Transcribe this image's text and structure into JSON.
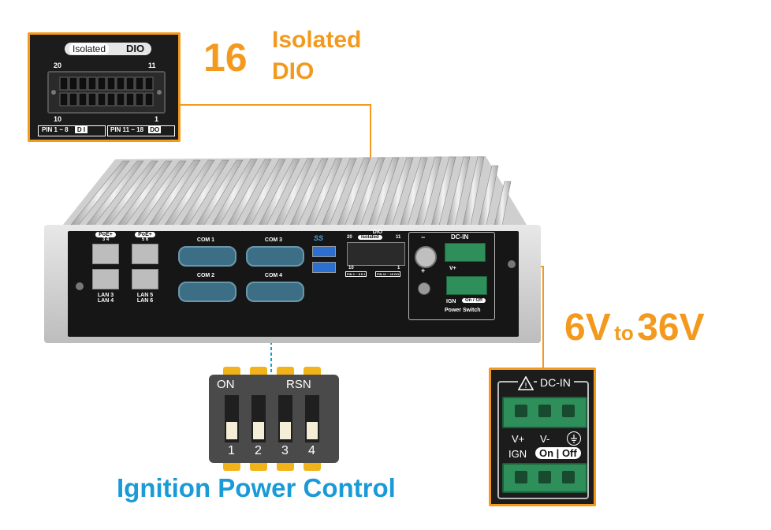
{
  "callout_dio": {
    "number": "16",
    "line1": "Isolated",
    "line2": "DIO"
  },
  "callout_voltage": {
    "low": "6V",
    "mid": "to",
    "high": "36V"
  },
  "caption": "Ignition Power Control",
  "dio_inset": {
    "badge_left": "Isolated",
    "badge_right": "DIO",
    "pin_top_left": "20",
    "pin_top_right": "11",
    "pin_bottom_left": "10",
    "pin_bottom_right": "1",
    "range_left": "PIN 1 ~ 8",
    "range_left_tag": "D I",
    "range_right": "PIN 11 ~ 18",
    "range_right_tag": "DO"
  },
  "dip_inset": {
    "on": "ON",
    "rsn": "RSN",
    "numbers": [
      "1",
      "2",
      "3",
      "4"
    ]
  },
  "dc_inset": {
    "title": "DC-IN",
    "vplus": "V+",
    "vminus": "V-",
    "ign": "IGN",
    "on": "On",
    "off": "Off"
  },
  "device": {
    "poe1": "PoE+",
    "poe1_ports": "3   4",
    "poe2": "PoE+",
    "poe2_ports": "5   6",
    "lan34": "LAN 3\nLAN 4",
    "lan56": "LAN 5\nLAN 6",
    "com1": "COM 1",
    "com2": "COM 2",
    "com3": "COM 3",
    "com4": "COM 4",
    "usb": "SS",
    "dio": "DIO",
    "isolated": "Isolated",
    "pin20": "20",
    "pin11": "11",
    "pin10": "10",
    "pin1": "1",
    "pinrange_l": "PIN 1 ~ 8  D I",
    "pinrange_r": "PIN 11 ~ 18  DO",
    "dcin": "DC-IN",
    "vplus": "V+",
    "ign": "IGN",
    "onoff": "On / Off",
    "power_switch": "Power Switch",
    "minus": "−",
    "plus": "+"
  },
  "colors": {
    "accent_orange": "#f39a1e",
    "accent_blue": "#1a9ad6",
    "terminal_green": "#2f8f5a"
  }
}
